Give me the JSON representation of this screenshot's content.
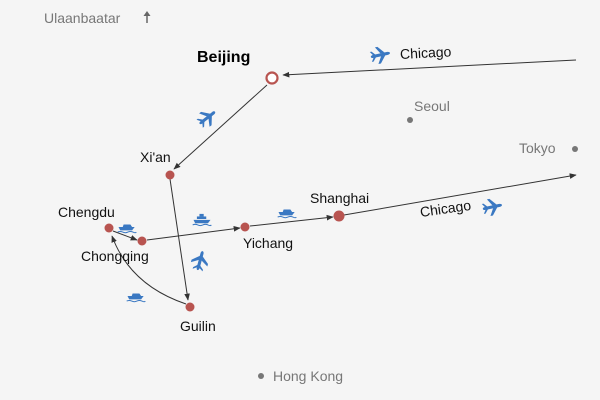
{
  "cities": {
    "beijing": "Beijing",
    "xian": "Xi'an",
    "chengdu": "Chengdu",
    "chongqing": "Chongqing",
    "yichang": "Yichang",
    "shanghai": "Shanghai",
    "guilin": "Guilin"
  },
  "reference_places": {
    "ulaanbaatar": "Ulaanbaatar",
    "seoul": "Seoul",
    "tokyo": "Tokyo",
    "hong_kong": "Hong Kong"
  },
  "external": {
    "arrival_from": "Chicago",
    "departure_to": "Chicago"
  },
  "legs": [
    {
      "from": "Chicago",
      "to": "Beijing",
      "mode": "plane-icon"
    },
    {
      "from": "Beijing",
      "to": "Xi'an",
      "mode": "plane-icon"
    },
    {
      "from": "Xi'an",
      "to": "Guilin",
      "mode": "plane-icon"
    },
    {
      "from": "Guilin",
      "to": "Chengdu",
      "mode": "boat-icon"
    },
    {
      "from": "Chengdu",
      "to": "Chongqing",
      "mode": "boat-icon"
    },
    {
      "from": "Chongqing",
      "to": "Yichang",
      "mode": "ship-icon"
    },
    {
      "from": "Yichang",
      "to": "Shanghai",
      "mode": "boat-icon"
    },
    {
      "from": "Shanghai",
      "to": "Chicago",
      "mode": "plane-icon"
    }
  ],
  "colors": {
    "route_stop": "#b85450",
    "route_line": "#333333",
    "reference_point": "#777777",
    "transport_icon": "#3a78c2"
  }
}
